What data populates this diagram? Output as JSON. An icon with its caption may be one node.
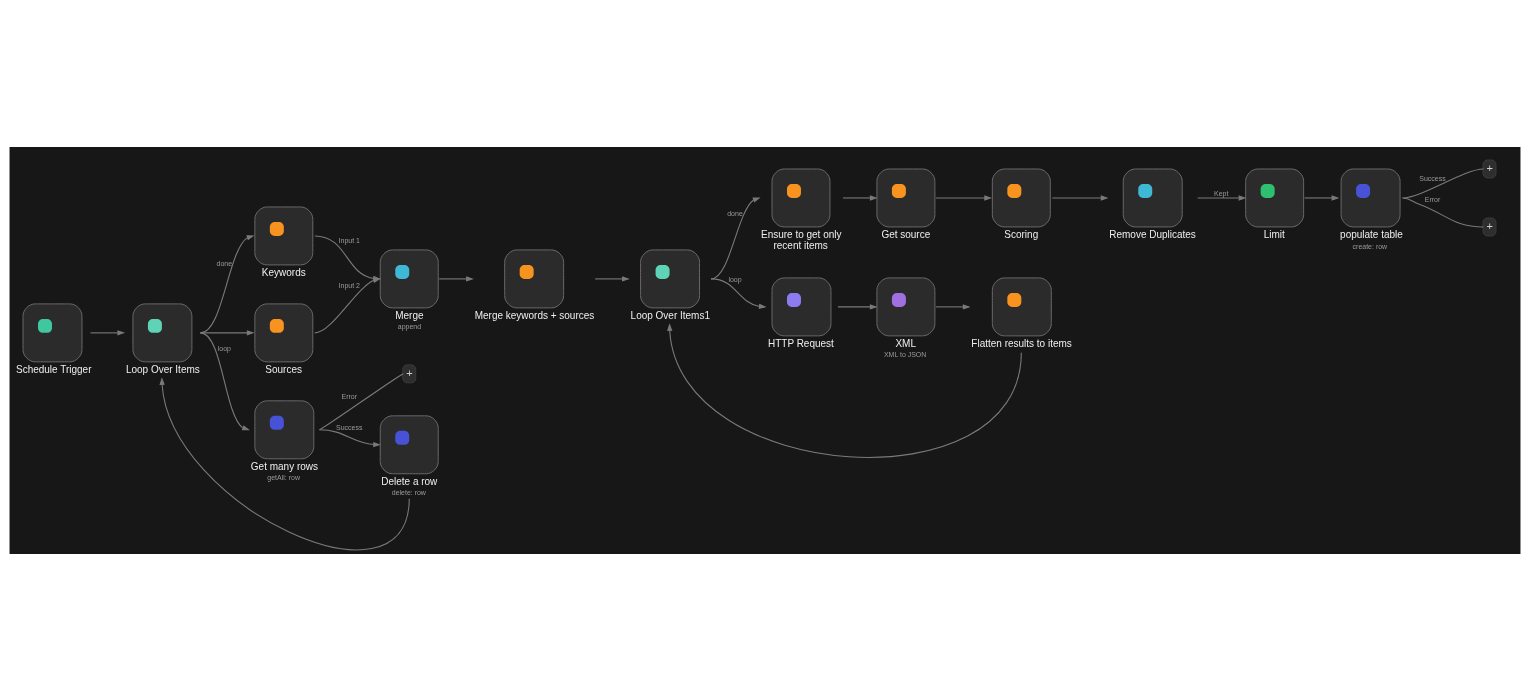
{
  "diagram": {
    "nodes": [
      {
        "text": [
          "Schedule Trigger"
        ]
      },
      {
        "text": [
          "Loop Over Items"
        ]
      },
      {
        "text": [
          "Keywords"
        ]
      },
      {
        "text": [
          "Sources"
        ]
      },
      {
        "text": [
          "Get many rows",
          "getAll: row"
        ]
      },
      {
        "text": [
          "+"
        ]
      },
      {
        "text": [
          "Merge",
          "append"
        ]
      },
      {
        "text": [
          "Delete a row",
          "delete: row"
        ]
      },
      {
        "text": [
          "Merge keywords + sources"
        ]
      },
      {
        "text": [
          "Loop Over Items1"
        ]
      },
      {
        "text": [
          "Ensure to get only recent items"
        ]
      },
      {
        "text": [
          "HTTP Request"
        ]
      },
      {
        "text": [
          "Get source"
        ]
      },
      {
        "text": [
          "XML",
          "XML to JSON"
        ]
      },
      {
        "text": [
          "Scoring"
        ]
      },
      {
        "text": [
          "Flatten results to items"
        ]
      },
      {
        "text": [
          "Remove Duplicates"
        ]
      },
      {
        "text": [
          "Limit"
        ]
      },
      {
        "text": [
          "populate table",
          "create: row"
        ]
      },
      {
        "text": [
          "+"
        ]
      },
      {
        "text": [
          "+"
        ]
      }
    ],
    "edges": [
      {
        "from": 0,
        "to": 1,
        "arrow": "to"
      },
      {
        "from": 1,
        "to": 2,
        "arrow": "to",
        "label": "done"
      },
      {
        "from": 1,
        "to": 3,
        "arrow": "to"
      },
      {
        "from": 1,
        "to": 4,
        "arrow": "to",
        "label": "loop"
      },
      {
        "from": 2,
        "to": 6,
        "arrow": "to",
        "label": "Input 1"
      },
      {
        "from": 3,
        "to": 6,
        "arrow": "to",
        "label": "Input 2"
      },
      {
        "from": 4,
        "to": 7,
        "arrow": "to",
        "label": "Success"
      },
      {
        "from": 4,
        "to": 5,
        "arrow": "none",
        "label": "Error"
      },
      {
        "from": 7,
        "to": 1,
        "arrow": "to"
      },
      {
        "from": 6,
        "to": 8,
        "arrow": "to"
      },
      {
        "from": 8,
        "to": 9,
        "arrow": "to"
      },
      {
        "from": 9,
        "to": 10,
        "arrow": "to",
        "label": "done"
      },
      {
        "from": 9,
        "to": 11,
        "arrow": "to",
        "label": "loop"
      },
      {
        "from": 10,
        "to": 12,
        "arrow": "to"
      },
      {
        "from": 12,
        "to": 14,
        "arrow": "to"
      },
      {
        "from": 14,
        "to": 16,
        "arrow": "to"
      },
      {
        "from": 16,
        "to": 17,
        "arrow": "to",
        "label": "Kept"
      },
      {
        "from": 17,
        "to": 18,
        "arrow": "to"
      },
      {
        "from": 18,
        "to": 19,
        "arrow": "none",
        "label": "Success"
      },
      {
        "from": 18,
        "to": 20,
        "arrow": "none",
        "label": "Error"
      },
      {
        "from": 11,
        "to": 13,
        "arrow": "to"
      },
      {
        "from": 13,
        "to": 15,
        "arrow": "to"
      },
      {
        "from": 15,
        "to": 9,
        "arrow": "to"
      }
    ]
  }
}
